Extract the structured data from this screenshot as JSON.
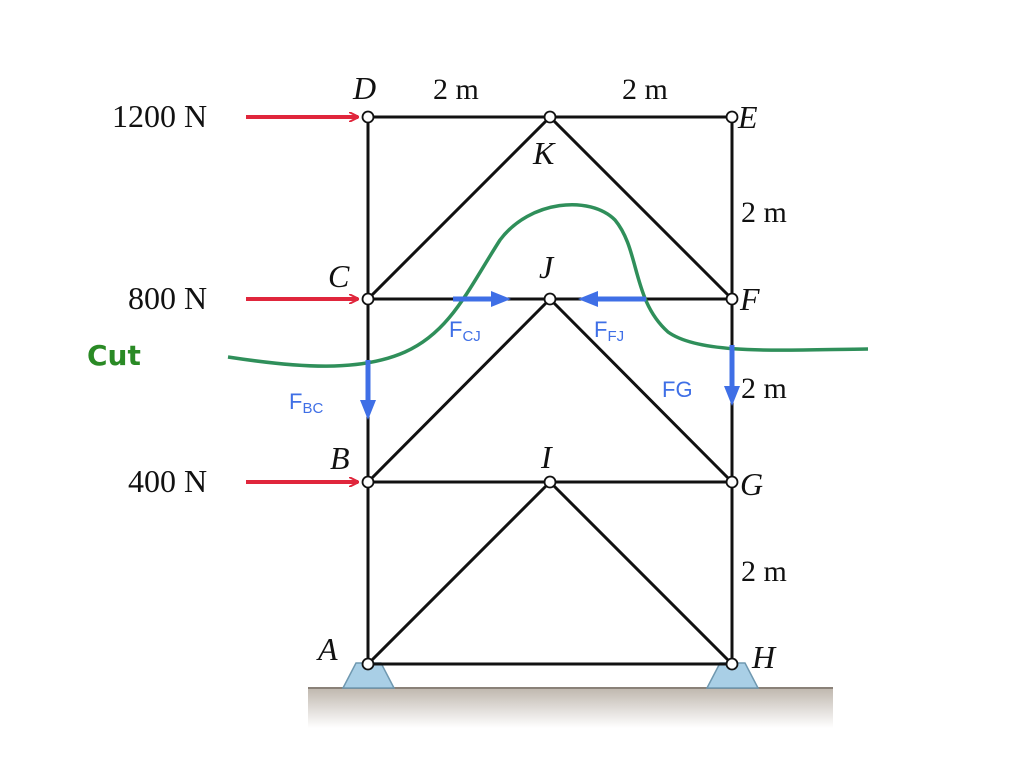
{
  "loads": [
    {
      "id": "load-1200",
      "label": "1200 N"
    },
    {
      "id": "load-800",
      "label": "800 N"
    },
    {
      "id": "load-400",
      "label": "400 N"
    }
  ],
  "nodes": {
    "A": "A",
    "B": "B",
    "C": "C",
    "D": "D",
    "E": "E",
    "F": "F",
    "G": "G",
    "H": "H",
    "I": "I",
    "J": "J",
    "K": "K"
  },
  "dimensions": {
    "top_left": "2 m",
    "top_right": "2 m",
    "right_ef": "2 m",
    "right_fg": "2 m",
    "right_gh": "2 m"
  },
  "cut_label": "Cut",
  "force_labels": {
    "fcj_main": "F",
    "fcj_sub": "CJ",
    "ffj_main": "F",
    "ffj_sub": "FJ",
    "fbc_main": "F",
    "fbc_sub": "BC",
    "fg": "FG"
  },
  "colors": {
    "load_arrow": "#e0263c",
    "force_arrow": "#3f6fe6",
    "cut_line": "#2f8f5a",
    "support": "#a9cfe6",
    "ground": "#cfc8c0"
  }
}
